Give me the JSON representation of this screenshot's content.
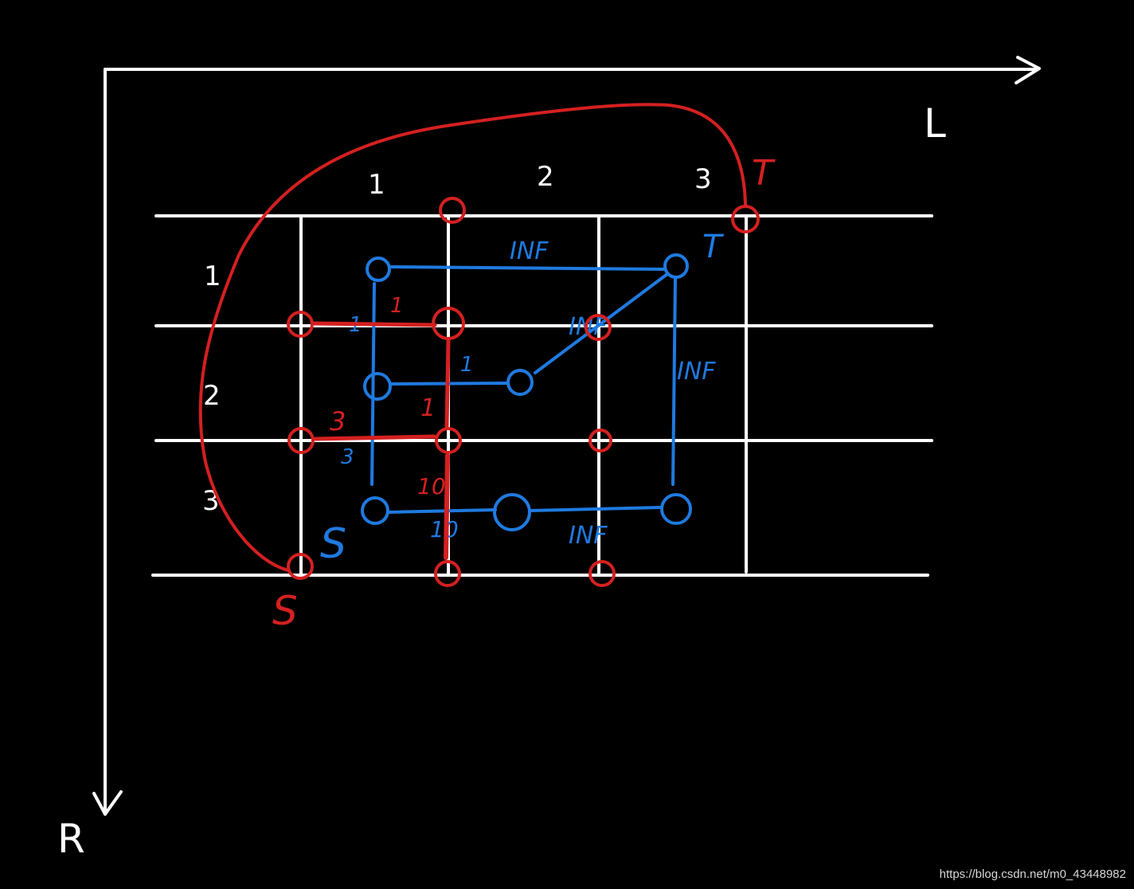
{
  "colors": {
    "background": "#000000",
    "grid": "#ffffff",
    "blue_graph": "#1f7ae0",
    "red_graph": "#d42020"
  },
  "axes": {
    "horizontal_label": "L",
    "vertical_label": "R"
  },
  "column_numbers": [
    "1",
    "2",
    "3"
  ],
  "row_numbers": [
    "1",
    "2",
    "3"
  ],
  "blue_labels": {
    "source": "S",
    "sink": "T",
    "edge_top": "INF",
    "edge_diagonal": "INF",
    "edge_right": "INF",
    "edge_bottom": "INF",
    "edge_left_upper": "1",
    "edge_left_lower": "3",
    "edge_mid_upper": "1",
    "edge_mid_lower": "10"
  },
  "red_labels": {
    "source": "S",
    "sink": "T",
    "edge_top": "1",
    "edge_vertical_upper": "1",
    "edge_middle": "3",
    "edge_vertical_lower": "10"
  },
  "watermark": "https://blog.csdn.net/m0_43448982"
}
